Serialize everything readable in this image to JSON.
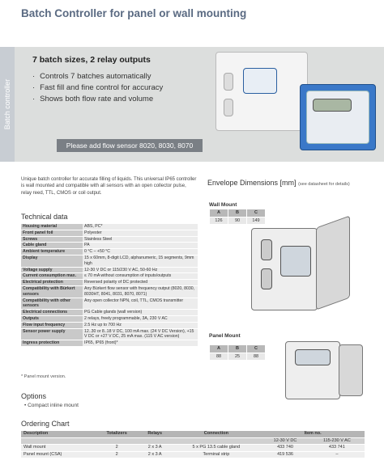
{
  "page_title": "Batch Controller for panel or wall mounting",
  "hero": {
    "sidebar_label": "Batch controller",
    "heading": "7 batch sizes, 2 relay outputs",
    "bullets": [
      "Controls 7 batches automatically",
      "Fast fill and fine control for accuracy",
      "Shows both flow rate and volume"
    ],
    "bar_text": "Please add flow sensor 8020, 8030, 8070"
  },
  "intro": "Unique batch controller for accurate filling of liquids. This universal IP65 controller is wall mounted and compatible with all sensors with an open collector pulse, relay reed, TTL, CMOS or coil output.",
  "technical": {
    "heading": "Technical data",
    "rows": [
      {
        "k": "Housing material",
        "v": "ABS, PC*"
      },
      {
        "k": "Front panel foil",
        "v": "Polyester"
      },
      {
        "k": "Screws",
        "v": "Stainless Steel"
      },
      {
        "k": "Cable gland",
        "v": "PA"
      },
      {
        "k": "Ambient temperature",
        "v": "0 °C – +50 °C"
      },
      {
        "k": "Display",
        "v": "15 x 60mm, 8-digit LCD, alphanumeric, 15 segments, 9mm high"
      },
      {
        "k": "Voltage supply",
        "v": "12-30 V DC or 115/230 V AC, 50-60 Hz"
      },
      {
        "k": "Current consumption max.",
        "v": "≤ 70 mA without consumption of inputs/outputs"
      },
      {
        "k": "Electrical protection",
        "v": "Reversed polarity of DC protected"
      },
      {
        "k": "Compatibility with Bürkert sensors",
        "v": "Any Bürkert flow sensor with frequency output (8020, 8030, 8030HT, 8041, 8031, 8070, 8071)"
      },
      {
        "k": "Compatibility with other sensors",
        "v": "Any open collector NPN, coil, TTL, CMOS transmitter"
      },
      {
        "k": "Electrical connections",
        "v": "PG Cable glands (wall version)"
      },
      {
        "k": "Outputs",
        "v": "2 relays, freely programmable, 3A, 230 V AC"
      },
      {
        "k": "Flow input frequency",
        "v": "2.5 Hz up to 700 Hz"
      },
      {
        "k": "Sensor power supply",
        "v": "12..30 or 8..18 V DC, 100 mA max. (24 V DC Version), +15 V DC or +27 V DC, 25 mA max. (115 V AC version)"
      },
      {
        "k": "Ingress protection",
        "v": "IP65, IP65 (front)*"
      }
    ],
    "footnote": "* Panel mount version."
  },
  "options": {
    "heading": "Options",
    "items": [
      "Compact inline mount"
    ]
  },
  "envelope": {
    "heading": "Envelope Dimensions [mm]",
    "note": "(see datasheet for details)",
    "wall": {
      "label": "Wall Mount",
      "headers": [
        "A",
        "B",
        "C"
      ],
      "values": [
        "126",
        "90",
        "149"
      ]
    },
    "panel": {
      "label": "Panel Mount",
      "headers": [
        "A",
        "B",
        "C"
      ],
      "values": [
        "88",
        "25",
        "88"
      ]
    }
  },
  "ordering": {
    "heading": "Ordering Chart",
    "headers": [
      "Description",
      "Totalizers",
      "Relays",
      "Connection",
      "Item no."
    ],
    "subheaders": [
      "12-30 V DC",
      "115-230 V AC"
    ],
    "rows": [
      [
        "Wall mount",
        "2",
        "2 x 3 A",
        "5 x PG 13.5 cable gland",
        "433 740",
        "433 741"
      ],
      [
        "Panel mount (CSA)",
        "2",
        "2 x 3 A",
        "Terminal strip",
        "419 536",
        "–"
      ]
    ]
  },
  "colors": {
    "title": "#5a6a82",
    "hero_bg": "#dcdedd",
    "bar": "#7a7f85"
  }
}
